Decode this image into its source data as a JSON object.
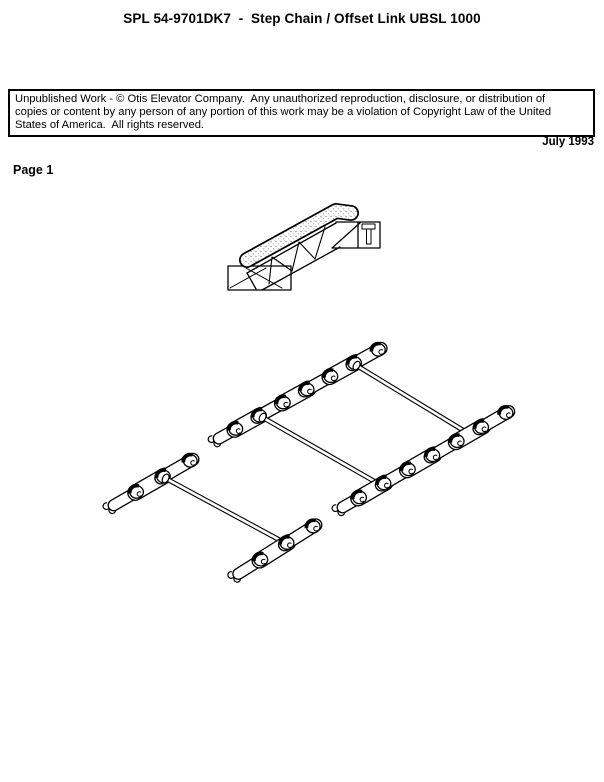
{
  "page": {
    "title": "SPL 54-9701DK7  -  Step Chain / Offset Link UBSL 1000",
    "copyright_notice": {
      "lines": [
        "Unpublished Work - © Otis Elevator Company.  Any unauthorized reproduction, disclosure, or distribution of",
        "copies or content by any person of any portion of this work may be a violation of Copyright Law of the United",
        "States of America.  All rights reserved."
      ]
    },
    "issue_date": "July 1993",
    "page_label": "Page 1"
  },
  "figure": {
    "icons": [
      "escalator-icon"
    ],
    "drawing_name": "step-chain-offset-link-isometric-drawing"
  },
  "colors": {
    "ink": "#000000",
    "paper": "#ffffff"
  }
}
